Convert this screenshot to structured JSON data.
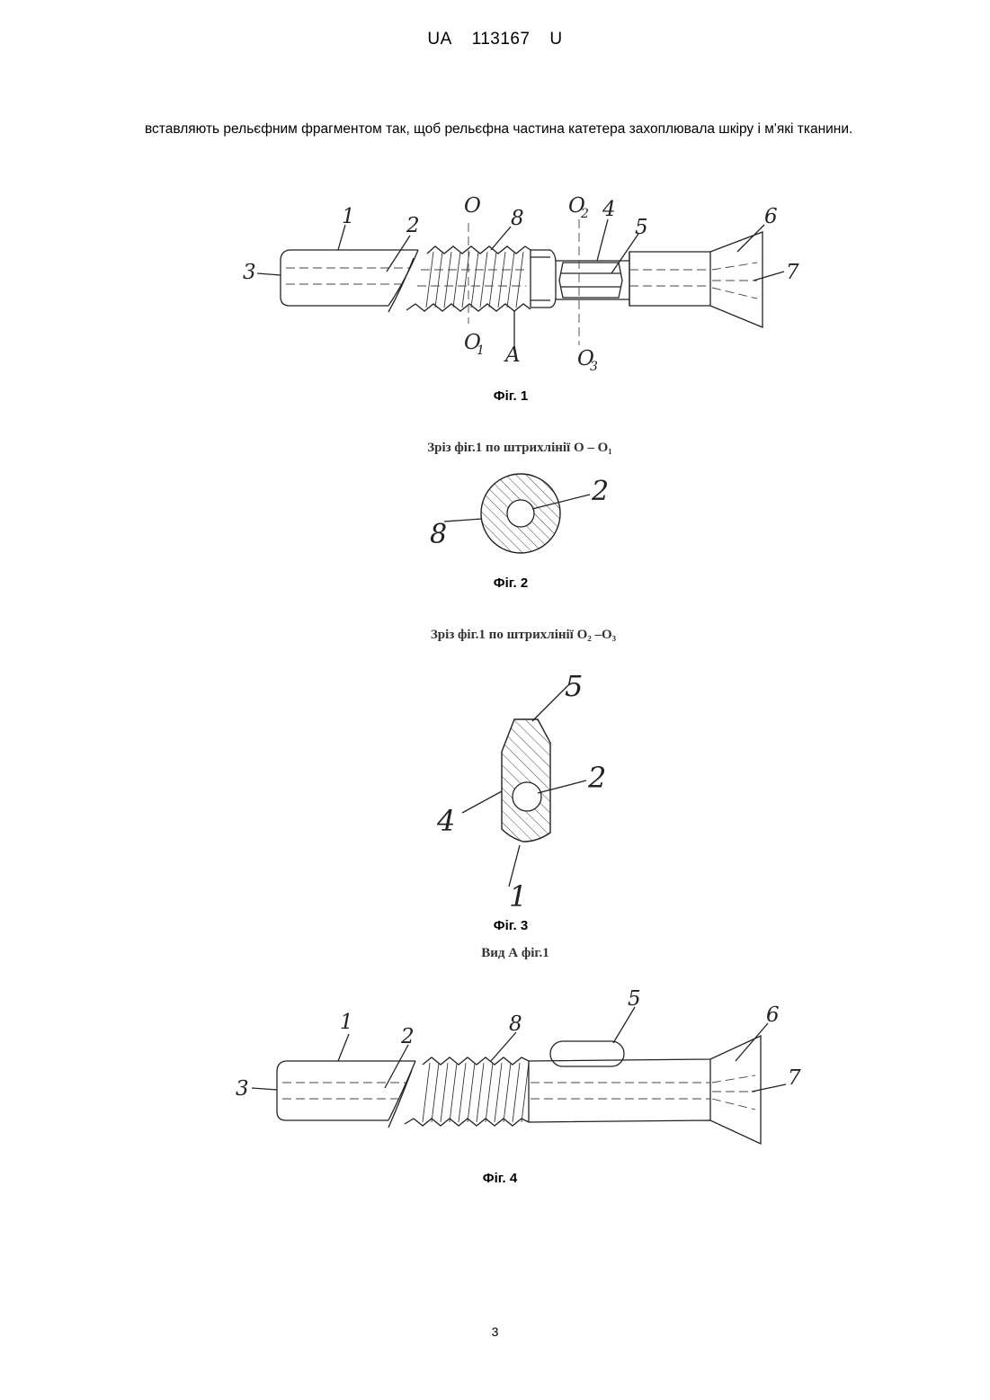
{
  "header": {
    "country": "UA",
    "number": "113167",
    "kind": "U"
  },
  "paragraph": "вставляють рельєфним фрагментом так, щоб рельєфна частина катетера захоплювала шкіру і м'які тканини.",
  "fig1": {
    "caption": "Фіг. 1",
    "labels": {
      "l1": "1",
      "l2": "2",
      "l3": "3",
      "l4": "4",
      "l5": "5",
      "l6": "6",
      "l7": "7",
      "l8": "8",
      "O": "O",
      "O1": "O",
      "O1sub": "1",
      "O2": "O",
      "O2sub": "2",
      "O3": "O",
      "O3sub": "3",
      "A": "A"
    }
  },
  "section1": "Зріз фіг.1 по штрихлінії О – О₁",
  "fig2": {
    "caption": "Фіг. 2",
    "labels": {
      "l2": "2",
      "l8": "8"
    }
  },
  "section2": "Зріз фіг.1 по штрихлінії О₂ –О₃",
  "fig3": {
    "caption": "Фіг. 3",
    "labels": {
      "l1": "1",
      "l2": "2",
      "l4": "4",
      "l5": "5"
    }
  },
  "section3": "Вид А фіг.1",
  "fig4": {
    "caption": "Фіг. 4",
    "labels": {
      "l1": "1",
      "l2": "2",
      "l3": "3",
      "l5": "5",
      "l6": "6",
      "l7": "7",
      "l8": "8"
    }
  },
  "page_number": "3"
}
